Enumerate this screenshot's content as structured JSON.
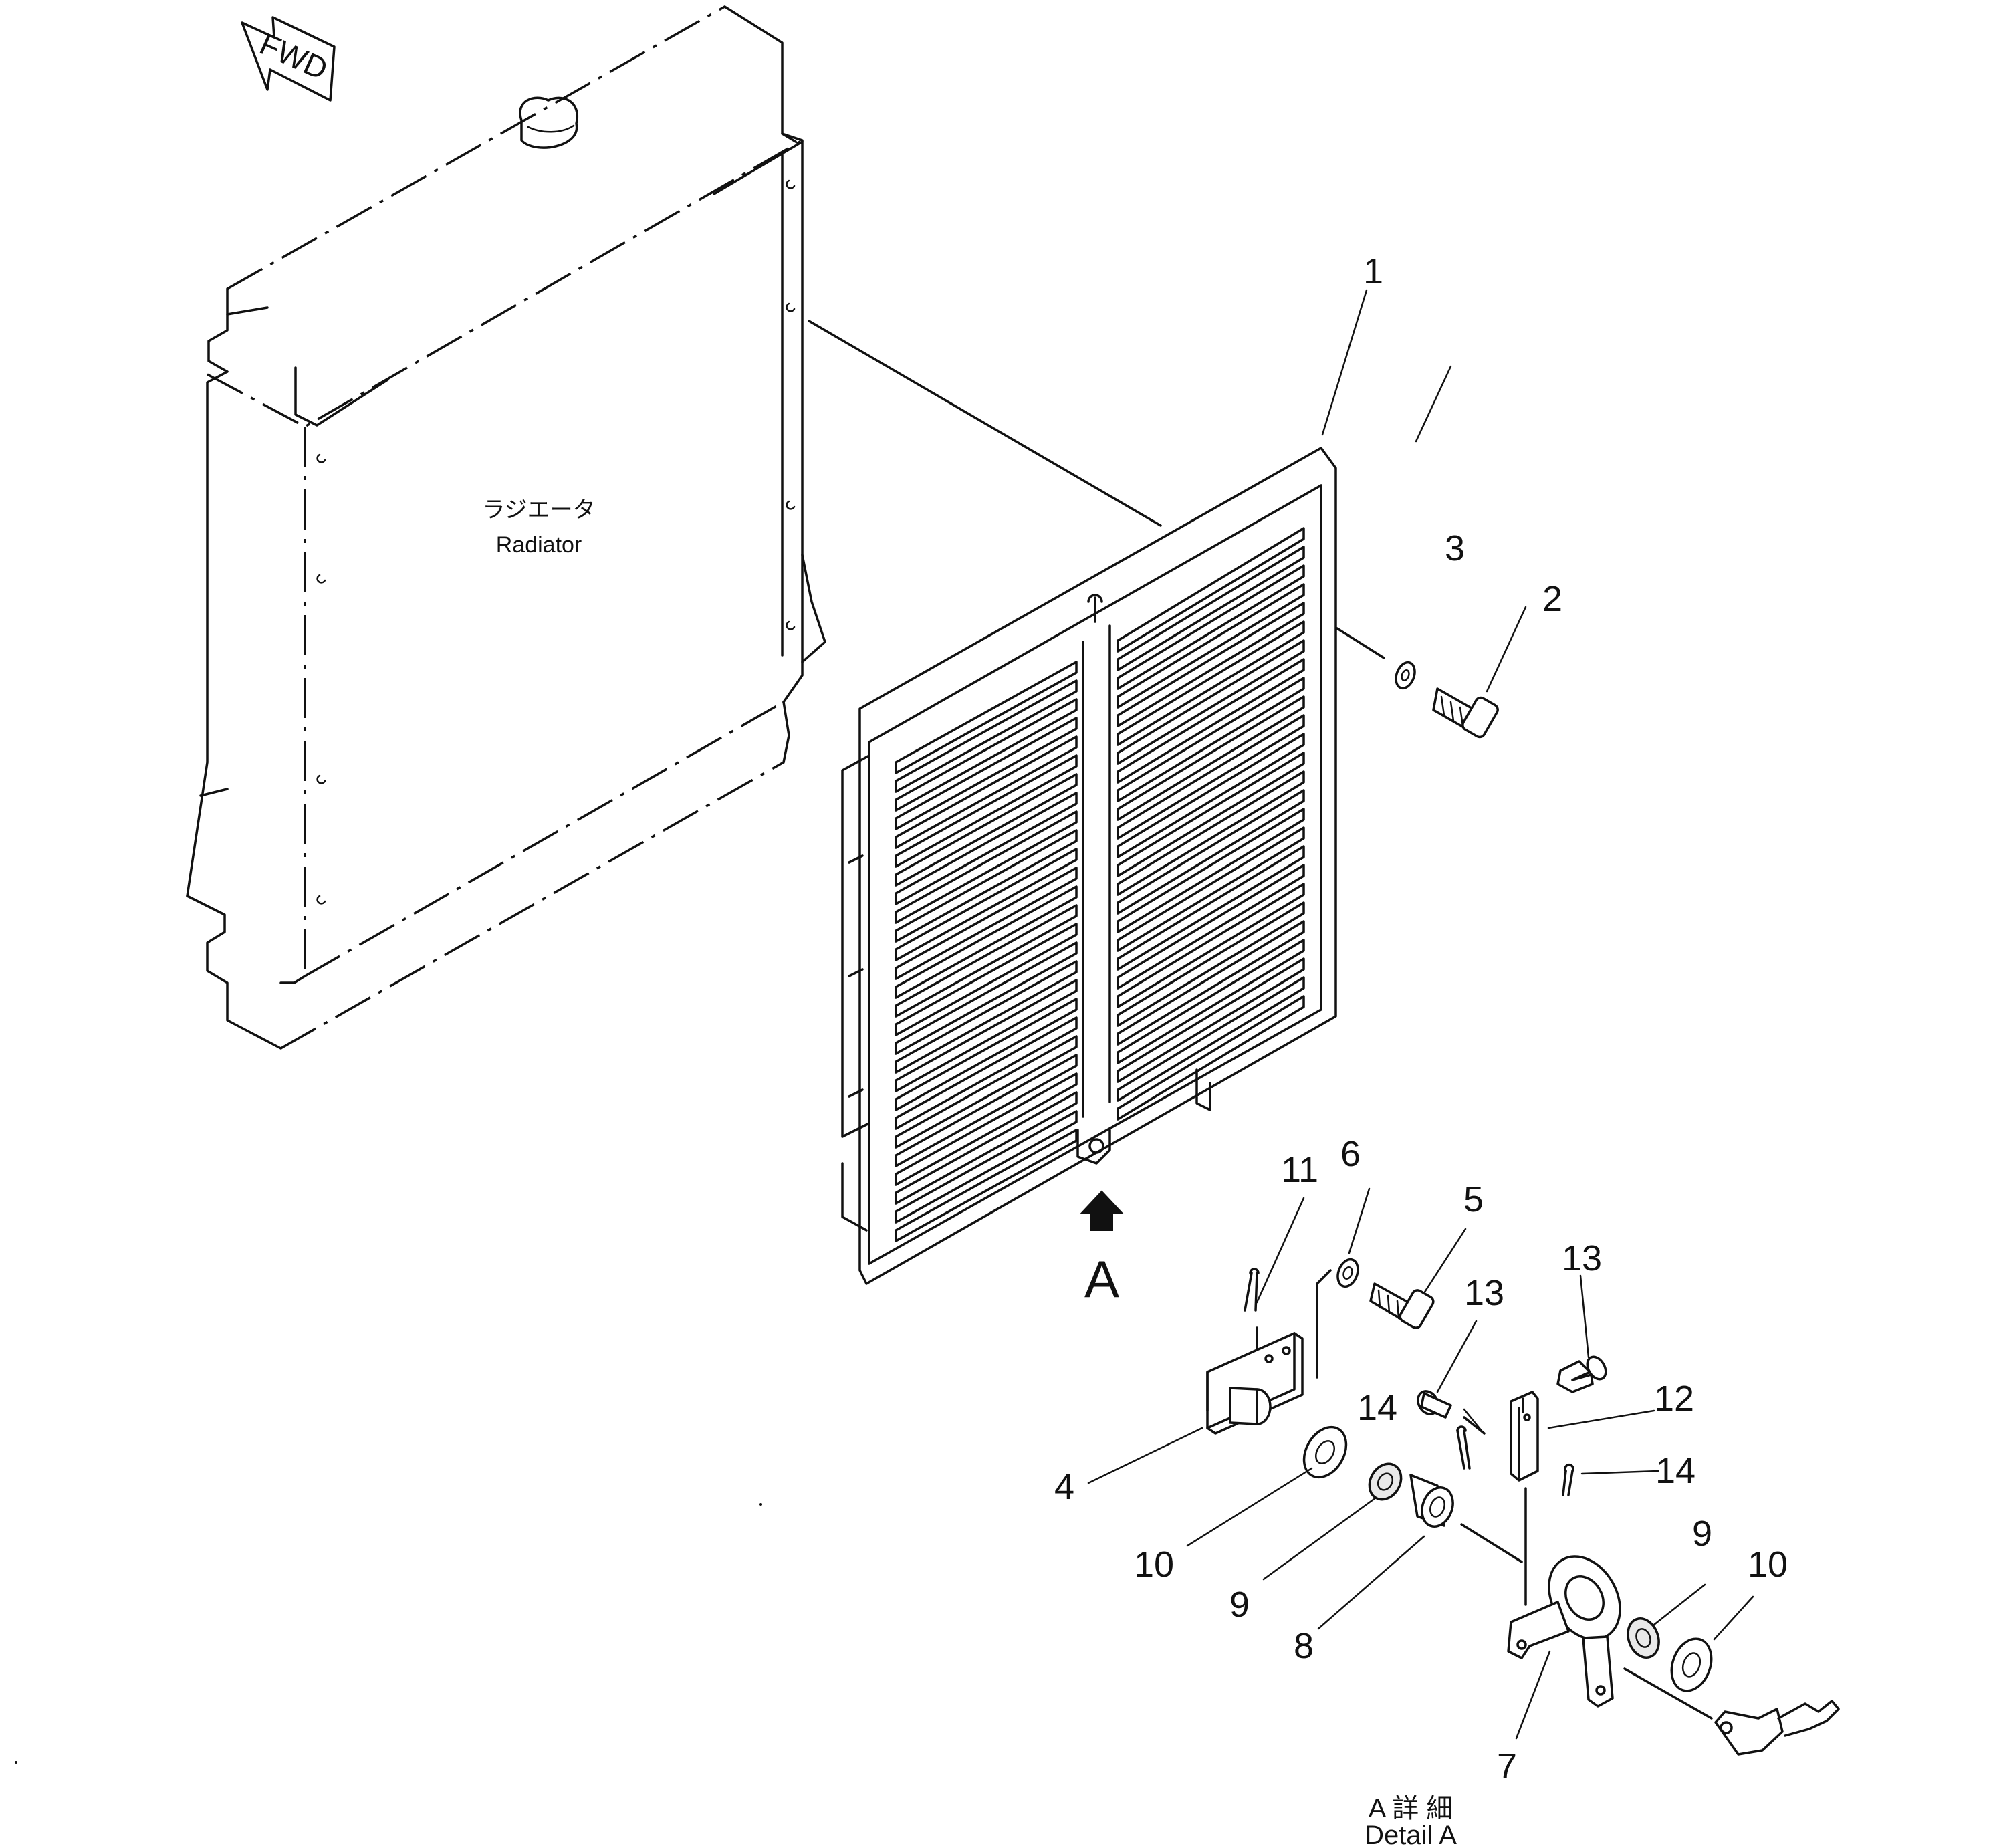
{
  "fwd_label": "FWD",
  "radiator": {
    "label_ja": "ラジエータ",
    "label_en": "Radiator"
  },
  "view_marker": "A",
  "detail": {
    "label_ja": "A 詳 細",
    "label_en": "Detail A"
  },
  "callouts": {
    "c1": "1",
    "c2": "2",
    "c3": "3",
    "c4": "4",
    "c5": "5",
    "c6": "6",
    "c7": "7",
    "c8": "8",
    "c9a": "9",
    "c9b": "9",
    "c10a": "10",
    "c10b": "10",
    "c11": "11",
    "c12": "12",
    "c13a": "13",
    "c13b": "13",
    "c14a": "14",
    "c14b": "14"
  }
}
